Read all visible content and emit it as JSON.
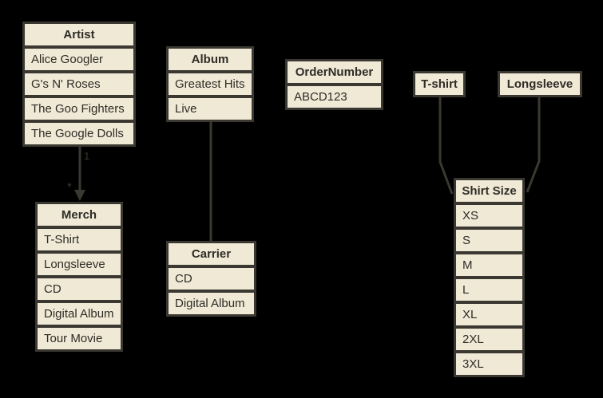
{
  "colors": {
    "background": "#000000",
    "box_fill": "#f0e9d6",
    "box_border": "#3a3831",
    "text": "#2e2c26"
  },
  "tables": {
    "artist": {
      "title": "Artist",
      "rows": [
        "Alice Googler",
        "G's N' Roses",
        "The Goo Fighters",
        "The Google Dolls"
      ]
    },
    "album": {
      "title": "Album",
      "rows": [
        "Greatest Hits",
        "Live"
      ]
    },
    "order_number": {
      "title": "OrderNumber",
      "rows": [
        "ABCD123"
      ]
    },
    "tshirt": {
      "title": "T-shirt",
      "rows": []
    },
    "longsleeve": {
      "title": "Longsleeve",
      "rows": []
    },
    "shirt_size": {
      "title": "Shirt Size",
      "rows": [
        "XS",
        "S",
        "M",
        "L",
        "XL",
        "2XL",
        "3XL"
      ]
    },
    "merch": {
      "title": "Merch",
      "rows": [
        "T-Shirt",
        "Longsleeve",
        "CD",
        "Digital Album",
        "Tour Movie"
      ]
    },
    "carrier": {
      "title": "Carrier",
      "rows": [
        "CD",
        "Digital Album"
      ]
    }
  },
  "connectors": {
    "artist_merch": {
      "from": "Artist",
      "to": "Merch",
      "from_label": "1",
      "to_label": "*"
    },
    "album_carrier": {
      "from": "Album",
      "to": "Carrier"
    },
    "tshirt_shirtsize": {
      "from": "T-shirt",
      "to": "Shirt Size"
    },
    "longsleeve_shirtsize": {
      "from": "Longsleeve",
      "to": "Shirt Size"
    }
  }
}
